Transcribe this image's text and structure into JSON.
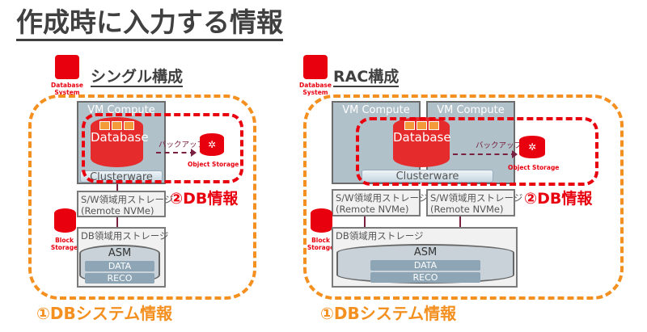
{
  "title": "作成時に入力する情報",
  "icons": {
    "db_system": "database-system-icon",
    "block_storage": "block-storage-icon",
    "object_storage": "object-storage-icon"
  },
  "colors": {
    "orange": "#f39020",
    "red": "#e8000f",
    "vm": "#b0c1c9"
  },
  "single": {
    "heading": "シングル構成",
    "db_system_label": "Database System",
    "vm_label": "VM Compute",
    "database_label": "Database",
    "clusterware_label": "Clusterware",
    "backup_label": "バックアップ",
    "object_storage_label": "Object Storage",
    "sw_storage_line1": "S/W領域用ストレージ",
    "sw_storage_line2": "(Remote NVMe)",
    "block_storage_label": "Block Storage",
    "db_storage_label": "DB領域用ストレージ",
    "asm_label": "ASM",
    "data_label": "DATA",
    "reco_label": "RECO",
    "db_info": "②DB情報",
    "system_info": "①DBシステム情報"
  },
  "rac": {
    "heading": "RAC構成",
    "db_system_label": "Database System",
    "vm_label": "VM Compute",
    "database_label": "Database",
    "clusterware_label": "Clusterware",
    "backup_label": "バックアップ",
    "object_storage_label": "Object Storage",
    "sw_storage_line1": "S/W領域用ストレージ",
    "sw_storage_line2": "(Remote NVMe)",
    "block_storage_label": "Block Storage",
    "db_storage_label": "DB領域用ストレージ",
    "asm_label": "ASM",
    "data_label": "DATA",
    "reco_label": "RECO",
    "db_info": "②DB情報",
    "system_info": "①DBシステム情報"
  }
}
